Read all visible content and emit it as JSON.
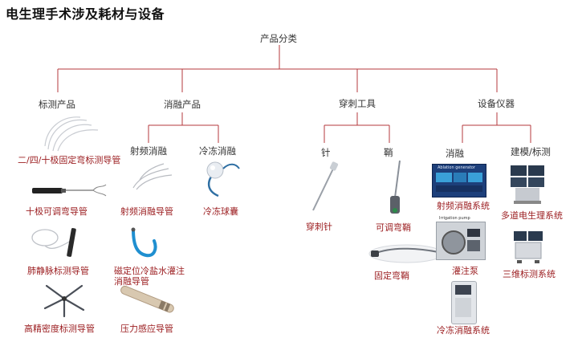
{
  "title": "电生理手术涉及耗材与设备",
  "root": "产品分类",
  "categories": {
    "mapping": "标测产品",
    "ablation": "消融产品",
    "puncture": "穿刺工具",
    "equipment": "设备仪器"
  },
  "subcategories": {
    "rf_ablation": "射频消融",
    "cryo_ablation": "冷冻消融",
    "needle": "针",
    "sheath": "鞘",
    "ablation_equip": "消融",
    "modeling": "建模/标测"
  },
  "items": {
    "fixed_curve": "二/四/十极固定弯标测导管",
    "deca_steerable": "十极可调弯导管",
    "pv_mapping": "肺静脉标测导管",
    "hd_mapping": "高精密度标测导管",
    "rf_catheter": "射频消融导管",
    "cryo_balloon": "冷冻球囊",
    "magnetic_irrigated_1": "磁定位冷盐水灌注",
    "magnetic_irrigated_2": "消融导管",
    "pressure_catheter": "压力感应导管",
    "puncture_needle": "穿刺针",
    "steerable_sheath": "可调弯鞘",
    "fixed_sheath": "固定弯鞘",
    "rf_system": "射频消融系统",
    "irrigation_pump": "灌注泵",
    "cryo_system": "冷冻消融系统",
    "multichannel_ep": "多道电生理系统",
    "3d_mapping": "三维标测系统"
  },
  "image_captions": {
    "rf_generator": "Ablation generator",
    "pump": "Irrigation pump"
  },
  "colors": {
    "line": "#b5383c",
    "item_text": "#9b1c1f"
  }
}
